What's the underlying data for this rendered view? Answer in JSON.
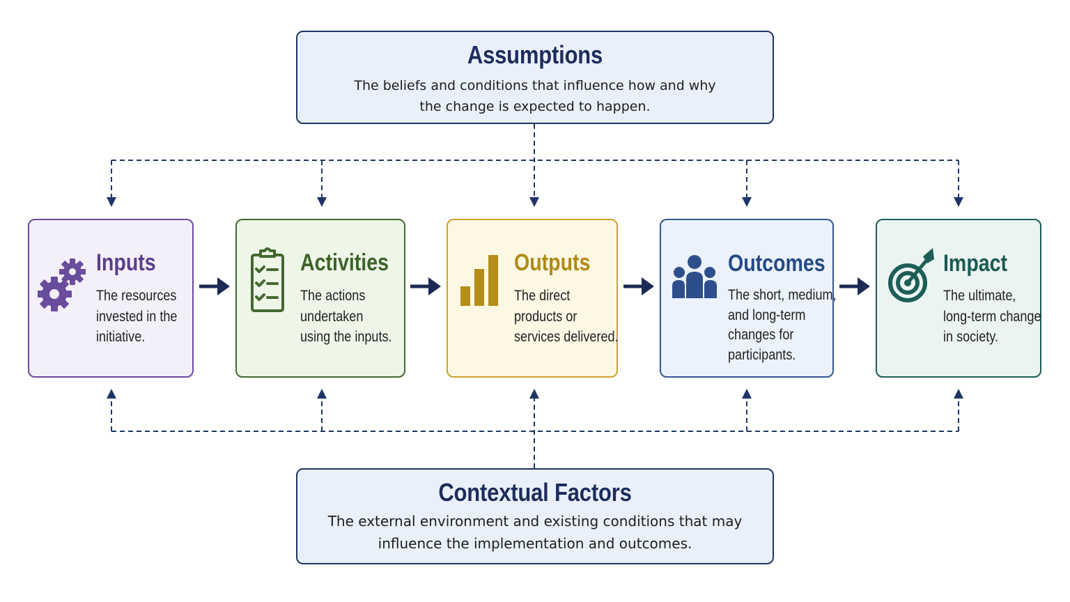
{
  "colors": {
    "navy": "#1f3566",
    "inputs": "#6a4c9c",
    "activities": "#43692f",
    "outputs": "#caa22c",
    "outcomes": "#33568f",
    "impact": "#1d5e56"
  },
  "assumptions": {
    "title": "Assumptions",
    "description": "The beliefs and conditions that influence how and why the change is expected to happen."
  },
  "contextual_factors": {
    "title": "Contextual Factors",
    "description": "The external environment and existing conditions that may influence the implementation and outcomes."
  },
  "stages": [
    {
      "id": "inputs",
      "icon": "gears-icon",
      "title": "Inputs",
      "lines": [
        "The resources",
        "invested in the",
        "initiative."
      ]
    },
    {
      "id": "activities",
      "icon": "clipboard-checklist-icon",
      "title": "Activities",
      "lines": [
        "The actions",
        "undertaken",
        "using the inputs."
      ]
    },
    {
      "id": "outputs",
      "icon": "bar-chart-icon",
      "title": "Outputs",
      "lines": [
        "The direct",
        "products or",
        "services delivered."
      ]
    },
    {
      "id": "outcomes",
      "icon": "people-group-icon",
      "title": "Outcomes",
      "lines": [
        "The short, medium,",
        "and long-term",
        "changes for",
        "participants."
      ]
    },
    {
      "id": "impact",
      "icon": "target-arrow-icon",
      "title": "Impact",
      "lines": [
        "The ultimate,",
        "long-term change",
        "in society."
      ]
    }
  ]
}
